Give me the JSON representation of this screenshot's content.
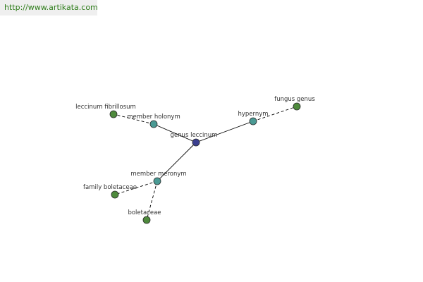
{
  "header": {
    "url": "http://www.artikata.com"
  },
  "graph": {
    "colors": {
      "root": "#3b3f8f",
      "relation": "#4a9a94",
      "term": "#4e8a3c",
      "node_stroke": "#2a2a2a",
      "edge": "#000000"
    },
    "nodes": [
      {
        "id": "genus-leccinum",
        "label": "genus leccinum",
        "kind": "root"
      },
      {
        "id": "member-holonym",
        "label": "member holonym",
        "kind": "relation"
      },
      {
        "id": "hypernym",
        "label": "hypernym",
        "kind": "relation"
      },
      {
        "id": "member-meronym",
        "label": "member meronym",
        "kind": "relation"
      },
      {
        "id": "leccinum-fibrillosum",
        "label": "leccinum fibrillosum",
        "kind": "term"
      },
      {
        "id": "fungus-genus",
        "label": "fungus genus",
        "kind": "term"
      },
      {
        "id": "family-boletaceae",
        "label": "family boletaceae",
        "kind": "term"
      },
      {
        "id": "boletaceae",
        "label": "boletaceae",
        "kind": "term"
      }
    ],
    "edges": [
      {
        "from": "genus-leccinum",
        "to": "member-holonym",
        "style": "solid"
      },
      {
        "from": "genus-leccinum",
        "to": "hypernym",
        "style": "solid"
      },
      {
        "from": "genus-leccinum",
        "to": "member-meronym",
        "style": "solid"
      },
      {
        "from": "member-holonym",
        "to": "leccinum-fibrillosum",
        "style": "dashed"
      },
      {
        "from": "hypernym",
        "to": "fungus-genus",
        "style": "dashed"
      },
      {
        "from": "member-meronym",
        "to": "family-boletaceae",
        "style": "dashed"
      },
      {
        "from": "member-meronym",
        "to": "boletaceae",
        "style": "dashed"
      }
    ]
  }
}
